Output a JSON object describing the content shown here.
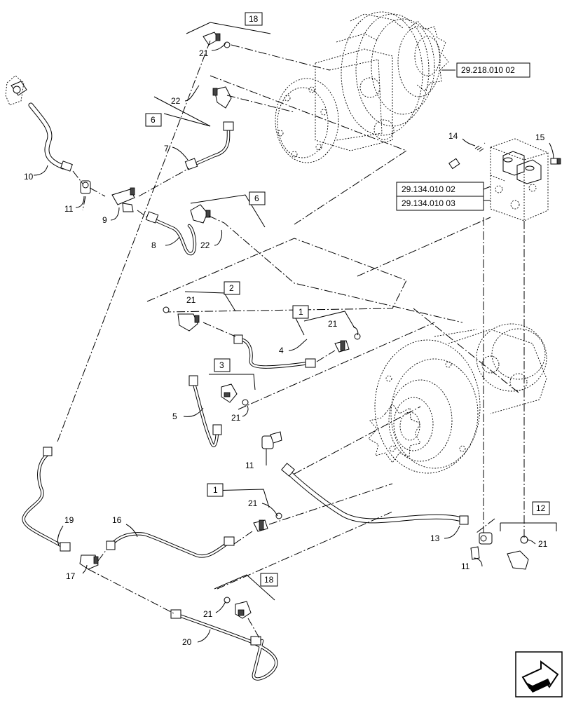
{
  "callouts": {
    "c1": "1",
    "c2": "2",
    "c3": "3",
    "c4": "4",
    "c5": "5",
    "c6": "6",
    "c7": "7",
    "c8": "8",
    "c9": "9",
    "c10": "10",
    "c11": "11",
    "c12": "12",
    "c13": "13",
    "c14": "14",
    "c15": "15",
    "c16": "16",
    "c17": "17",
    "c18": "18",
    "c19": "19",
    "c20": "20",
    "c21": "21",
    "c22": "22"
  },
  "references": {
    "motor_ref": "29.218.010 02",
    "valve_ref_a": "29.134.010 02",
    "valve_ref_b": "29.134.010 03"
  },
  "icons": {
    "nav": "next-page-arrow-icon"
  }
}
